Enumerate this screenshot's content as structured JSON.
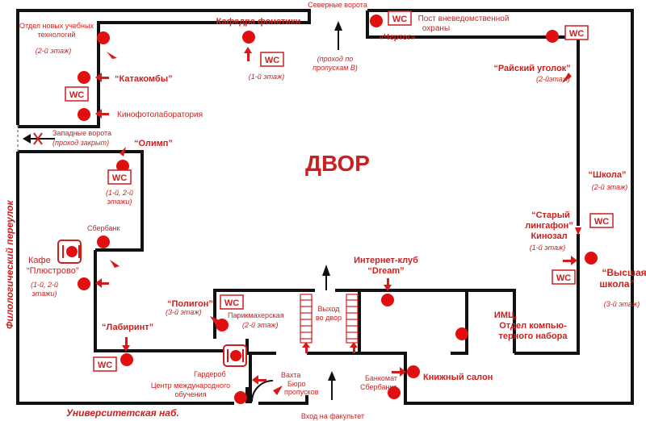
{
  "courtyard": "ДВОР",
  "gates": {
    "north": "Северные ворота",
    "north_note": "(проход по пропускам В)",
    "west": "Западные ворота",
    "west_note": "(проход закрыт)",
    "entrance": "Вход на факультет",
    "exit_yard": "Выход во двор"
  },
  "streets": {
    "west": "Филологический переулок",
    "south": "Университетская наб."
  },
  "places": {
    "new_tech": "Отдел новых учебных технологий",
    "new_tech_floor": "(2-й этаж)",
    "phonetics": "Кафедра фонетики",
    "phonetics_floor": "(1-й этаж)",
    "catacombs": "“Катакомбы”",
    "cinelab": "Кинофотолаборатория",
    "olimp": "“Олимп”",
    "olimp_floors": "(1-й, 2-й этажи)",
    "sberbank": "Сбербанк",
    "cafe": "Кафе “Плюстрово”",
    "cafe_floors": "(1-й, 2-й этажи)",
    "labyrinth": "“Лабиринт”",
    "polygon": "“Полигон”",
    "polygon_floor": "(3-й этаж)",
    "hair": "Парикмахерская",
    "hair_floor": "(2-й этаж)",
    "wardrobe": "Гардероб",
    "center": "Центр международного обучения",
    "watch": "Вахта",
    "pass_bureau": "Бюро пропусков",
    "internet": "Интернет-клуб “Dream”",
    "atm": "Банкомат Сбербанка",
    "bookshop": "Книжный салон",
    "imc": "ИМЦ, Отдел компью-терного набора",
    "high_school": "“Высшая школа”",
    "high_school_floor": "(3-й этаж)",
    "old_lingaphone": "“Старый лингафон” Кинозал",
    "old_lingaphone_floor": "(1-й этаж)",
    "school": "“Школа”",
    "school_floor": "(2-й этаж)",
    "paradise": "“Райский уголок”",
    "paradise_floor": "(2-йэтаж)",
    "guard_post": "Пост вневедомственной охраны",
    "chertog": "«Чертог»"
  },
  "wc_label": "WC",
  "colors": {
    "accent": "#cc1f1f",
    "dot": "#e01010",
    "wall": "#111111"
  }
}
